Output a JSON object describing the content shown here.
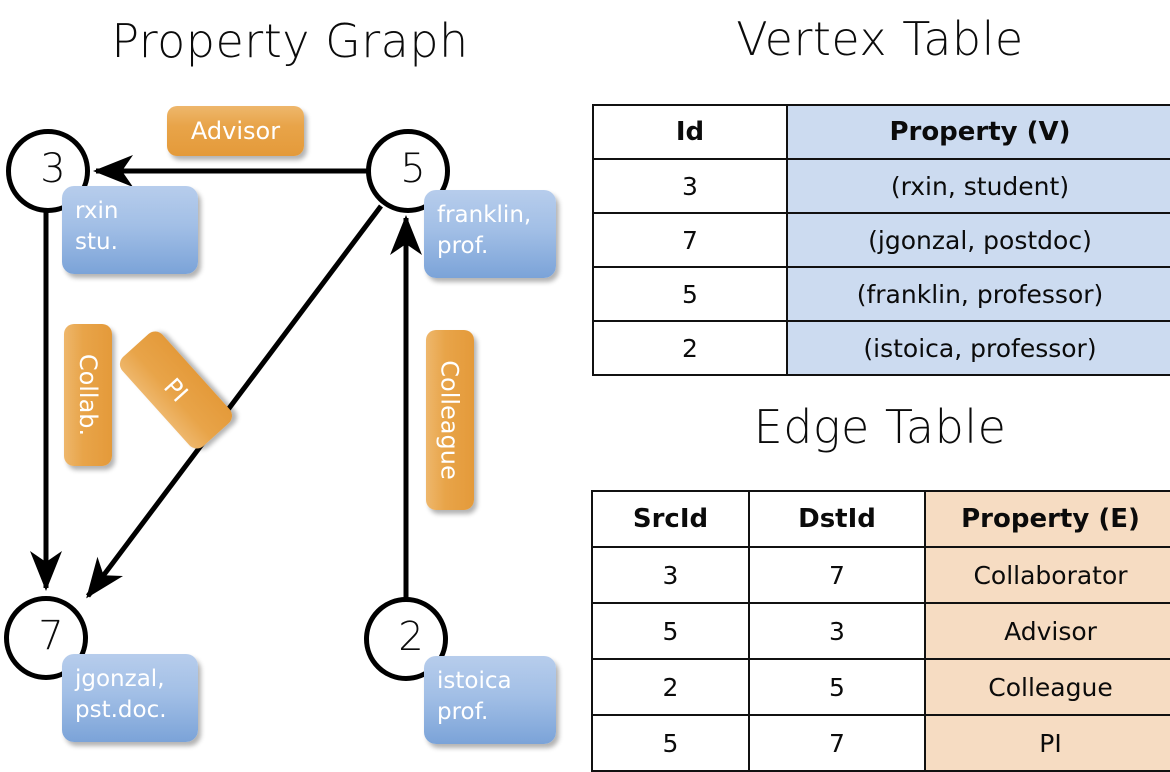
{
  "titles": {
    "property_graph": "Property Graph",
    "vertex_table": "Vertex Table",
    "edge_table": "Edge Table"
  },
  "graph": {
    "nodes": [
      {
        "id": "3",
        "property": [
          "rxin",
          "stu."
        ]
      },
      {
        "id": "5",
        "property": [
          "franklin,",
          "prof."
        ]
      },
      {
        "id": "7",
        "property": [
          "jgonzal,",
          "pst.doc."
        ]
      },
      {
        "id": "2",
        "property": [
          "istoica",
          "prof."
        ]
      }
    ],
    "edges": [
      {
        "src": "5",
        "dst": "3",
        "label": "Advisor"
      },
      {
        "src": "3",
        "dst": "7",
        "label": "Collab."
      },
      {
        "src": "5",
        "dst": "7",
        "label": "PI"
      },
      {
        "src": "2",
        "dst": "5",
        "label": "Colleague"
      }
    ]
  },
  "vertex_table": {
    "headers": [
      "Id",
      "Property (V)"
    ],
    "rows": [
      [
        "3",
        "(rxin, student)"
      ],
      [
        "7",
        "(jgonzal, postdoc)"
      ],
      [
        "5",
        "(franklin, professor)"
      ],
      [
        "2",
        "(istoica, professor)"
      ]
    ]
  },
  "edge_table": {
    "headers": [
      "SrcId",
      "DstId",
      "Property (E)"
    ],
    "rows": [
      [
        "3",
        "7",
        "Collaborator"
      ],
      [
        "5",
        "3",
        "Advisor"
      ],
      [
        "2",
        "5",
        "Colleague"
      ],
      [
        "5",
        "7",
        "PI"
      ]
    ]
  },
  "colors": {
    "edge_label_orange": "#e8a449",
    "property_box_blue": "#a2bfe6",
    "vertex_cell_blue": "#ccdbf0",
    "edge_cell_peach": "#f6dcc2",
    "stroke_black": "#000000",
    "background": "#ffffff"
  }
}
